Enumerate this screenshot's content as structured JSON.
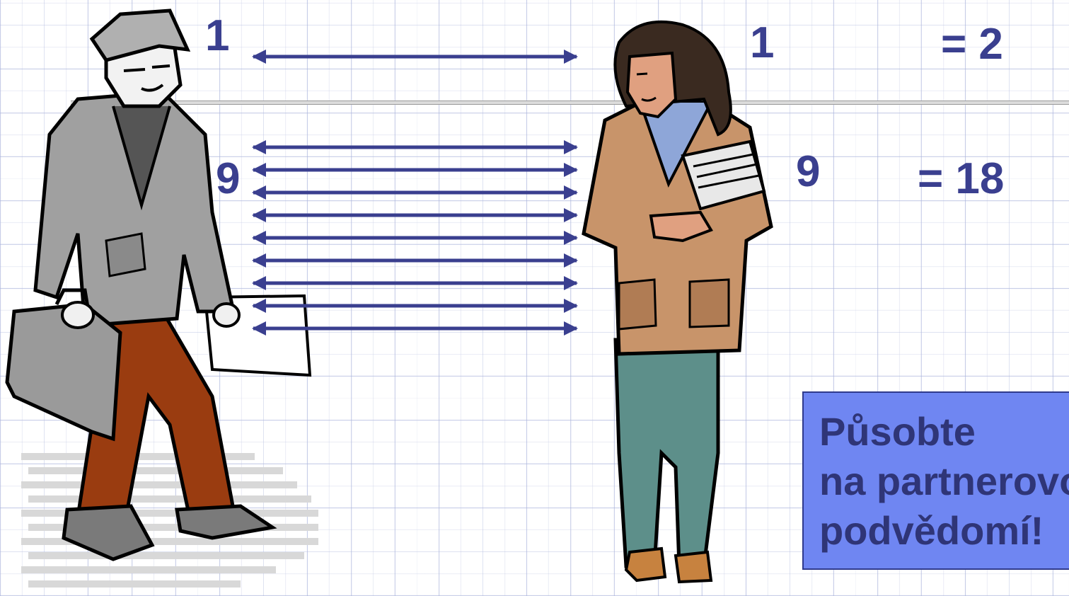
{
  "labels": {
    "man_top": "1",
    "woman_top": "1",
    "sum_top": "= 2",
    "man_bottom": "9",
    "woman_bottom": "9",
    "sum_bottom": "= 18"
  },
  "arrows": {
    "top_count": 1,
    "bottom_count": 9,
    "color": "#3a3f8f"
  },
  "note": {
    "line1": "Působte",
    "line2": "na partnerovo",
    "line3": "podvědomí!",
    "background": "#6f86f2",
    "text_color": "#2f3577"
  },
  "icons": [
    "man-with-briefcase-illustration",
    "woman-with-books-illustration"
  ]
}
